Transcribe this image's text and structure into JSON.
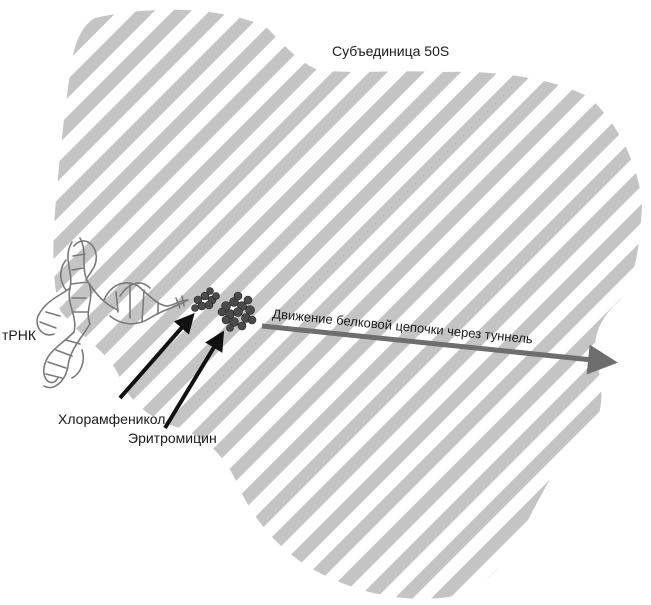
{
  "labels": {
    "subunit": "Субъединица 50S",
    "trna": "тРНК",
    "chloramphenicol": "Хлорамфеникол",
    "erythromycin": "Эритромицин",
    "movement": "Движение белковой цепочки через туннель"
  },
  "colors": {
    "hatch": "#c4c4c4",
    "background": "#ffffff",
    "arrow_black": "#111111",
    "arrow_gray": "#6e6e6e",
    "molecule": "#4a4a4a",
    "trna_line": "#7a7a7a",
    "text": "#1a1a1a"
  }
}
